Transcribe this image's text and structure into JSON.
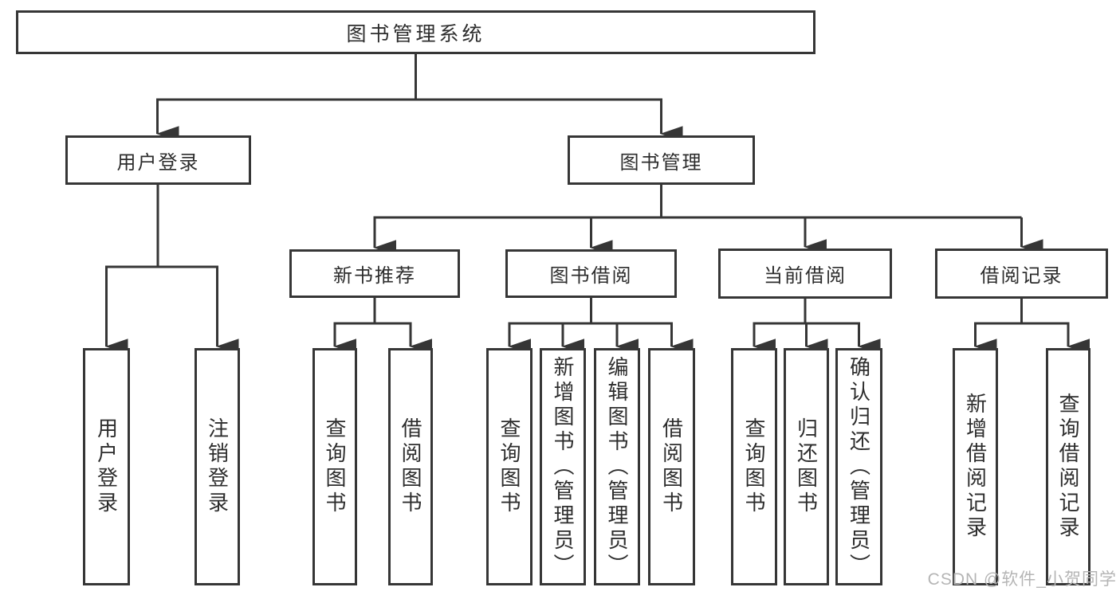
{
  "tree": {
    "label": "图书管理系统",
    "children": [
      {
        "label": "用户登录",
        "children": [
          {
            "label": "用户登录"
          },
          {
            "label": "注销登录"
          }
        ]
      },
      {
        "label": "图书管理",
        "children": [
          {
            "label": "新书推荐",
            "children": [
              {
                "label": "查询图书"
              },
              {
                "label": "借阅图书"
              }
            ]
          },
          {
            "label": "图书借阅",
            "children": [
              {
                "label": "查询图书"
              },
              {
                "label": "新增图书（管理员）"
              },
              {
                "label": "编辑图书（管理员）"
              },
              {
                "label": "借阅图书"
              }
            ]
          },
          {
            "label": "当前借阅",
            "children": [
              {
                "label": "查询图书"
              },
              {
                "label": "归还图书"
              },
              {
                "label": "确认归还（管理员）"
              }
            ]
          },
          {
            "label": "借阅记录",
            "children": [
              {
                "label": "新增借阅记录"
              },
              {
                "label": "查询借阅记录"
              }
            ]
          }
        ]
      }
    ]
  },
  "watermark": {
    "text": "CSDN @软件_小贺同学"
  },
  "colors": {
    "line": "#363636",
    "text": "#2d2d2d",
    "box_background": "#ffffff",
    "watermark": "#b5b5b5"
  }
}
